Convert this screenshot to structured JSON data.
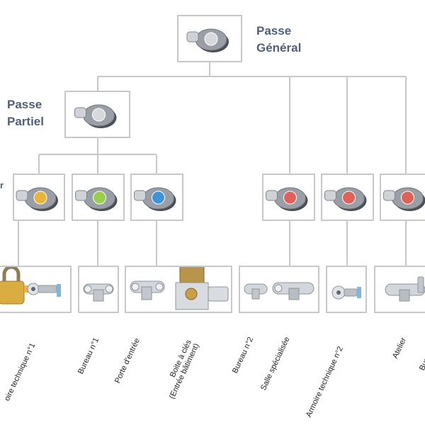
{
  "titles": {
    "passe_general": [
      "Passe",
      "Général"
    ],
    "passe_partiel": [
      "Passe",
      "Partiel"
    ],
    "cut_left": "r"
  },
  "colors": {
    "line": "#c8c8c8",
    "title": "#4f5f75",
    "key_body": "#9a9ea6",
    "key_shadow": "#4a4e55",
    "yellow": "#e8b43a",
    "green": "#9acf4c",
    "blue": "#3f93d8",
    "red": "#e0605a",
    "gold": "#c9a133",
    "silver": "#d6d8dc"
  },
  "key_nodes": [
    {
      "id": "key-general",
      "color": "silver"
    },
    {
      "id": "key-partiel",
      "color": "silver"
    },
    {
      "id": "key-yellow",
      "color": "yellow"
    },
    {
      "id": "key-green",
      "color": "green"
    },
    {
      "id": "key-blue",
      "color": "blue"
    },
    {
      "id": "key-red-1",
      "color": "red"
    },
    {
      "id": "key-red-2",
      "color": "red"
    },
    {
      "id": "key-red-3",
      "color": "red"
    }
  ],
  "lock_nodes": [
    {
      "id": "locks-armoire-1",
      "content": [
        "padlock",
        "cam-lock"
      ]
    },
    {
      "id": "locks-bureau-1",
      "content": [
        "cylinder"
      ]
    },
    {
      "id": "locks-porte-entree",
      "content": [
        "cylinder",
        "key-box"
      ]
    },
    {
      "id": "locks-bureau-2-salle",
      "content": [
        "cylinder-small",
        "cylinder"
      ]
    },
    {
      "id": "locks-armoire-2",
      "content": [
        "cam-lock"
      ]
    },
    {
      "id": "locks-atelier",
      "content": [
        "cylinder-thumb"
      ]
    }
  ],
  "labels": {
    "armoire_1": [
      "oire technique n°1"
    ],
    "bureau_1": [
      "Bureau n°1"
    ],
    "porte_entree": [
      "Porte d'entrée"
    ],
    "boite_cles": [
      "Boite à clés",
      "(Entrée bâtiment)"
    ],
    "bureau_2": [
      "Bureau n°2"
    ],
    "salle_specialisee": [
      "Salle spécialisée"
    ],
    "armoire_2": [
      "Armoire technique n°2"
    ],
    "atelier": [
      "Atelier"
    ],
    "bureau_cut": [
      "Bure"
    ]
  }
}
